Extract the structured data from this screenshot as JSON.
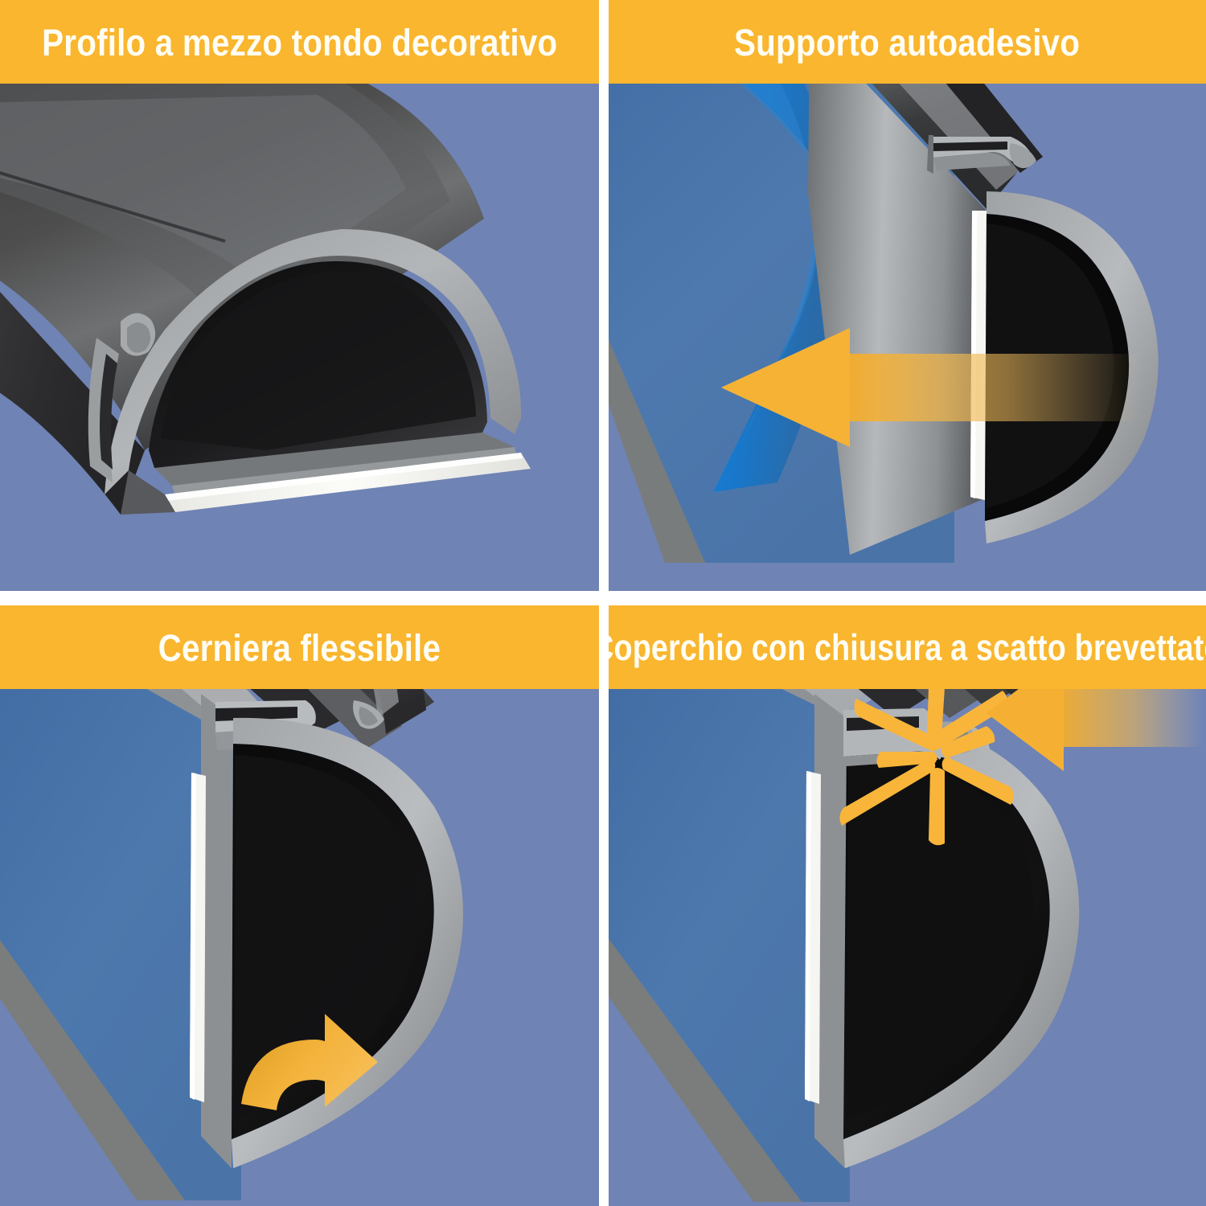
{
  "page": {
    "language": "it",
    "layout": "2x2 product feature grid",
    "background_color": "#6f83b4",
    "banner_color": "#f9b62e",
    "banner_text_color": "#fffdf4",
    "gap_color": "#ffffff"
  },
  "palette": {
    "accent_orange": "#f9b62e",
    "arrow_orange": "#f4ad2c",
    "periwinkle_background": "#6f83b4",
    "wall_blue": "#4a76ab",
    "liner_blue": "#1a7fd4",
    "raceway_body_dark": "#2b2b2b",
    "raceway_edge_gray": "#8c8c8c",
    "raceway_light_gray": "#b9bcbe",
    "cavity_black": "#0a0a0a",
    "adhesive_white": "#f3f3f0"
  },
  "panels": [
    {
      "id": "profilo",
      "position": "top-left",
      "title": "Profilo a mezzo tondo decorativo",
      "illustration": "3D half-round decorative cable raceway shown at an angle with open channel and white adhesive strip",
      "annotations": []
    },
    {
      "id": "supporto",
      "position": "top-right",
      "title": "Supporto autoadesivo",
      "illustration": "Cross-section of raceway mounted on a blue wall with the blue adhesive release liner peeling away",
      "annotations": [
        {
          "type": "arrow",
          "direction": "left",
          "color": "#f4ad2c",
          "name": "peel-arrow"
        }
      ]
    },
    {
      "id": "cerniera",
      "position": "bottom-left",
      "title": "Cerniera flessibile",
      "illustration": "Raceway cross-section with the lid swung open on its flexible living hinge",
      "annotations": [
        {
          "type": "curved-arrow",
          "direction": "clockwise",
          "color": "#f4ad2c",
          "name": "hinge-rotation-arrow"
        }
      ]
    },
    {
      "id": "coperchio",
      "position": "bottom-right",
      "title": "Coperchio con chiusura a scatto brevettato",
      "illustration": "Raceway cross-section with lid closed, starburst at the patented snap latch",
      "annotations": [
        {
          "type": "arrow",
          "direction": "left",
          "color": "#f4ad2c",
          "name": "snap-push-arrow"
        },
        {
          "type": "starburst",
          "rays": 8,
          "color": "#f9b53a",
          "name": "snap-burst"
        }
      ]
    }
  ]
}
